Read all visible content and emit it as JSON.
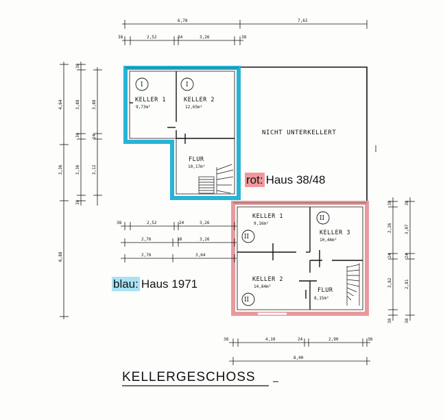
{
  "plan": {
    "title": "KELLERGESCHOSS",
    "not_basement": "NICHT UNTERKELLERT",
    "colors": {
      "haus_1971": "#27b3d6",
      "haus_3848": "#e79a9c",
      "legend_blue_bg": "#a9e2f3",
      "legend_red_bg": "#f0989c",
      "line": "#111111"
    },
    "legend": {
      "red_key": "rot:",
      "red_value": "Haus 38/48",
      "blue_key": "blau:",
      "blue_value": "Haus 1971"
    },
    "rooms_upper": [
      {
        "name": "KELLER 1",
        "area": "9,73m²",
        "marker": "I"
      },
      {
        "name": "KELLER 2",
        "area": "12,65m²",
        "marker": "I"
      },
      {
        "name": "FLUR",
        "area": "10,17m²"
      }
    ],
    "rooms_lower": [
      {
        "name": "KELLER 1",
        "area": "9,16m²",
        "marker": "II"
      },
      {
        "name": "KELLER 3",
        "area": "10,46m²",
        "marker": "II"
      },
      {
        "name": "KELLER 2",
        "area": "14,84m²",
        "marker": "II"
      },
      {
        "name": "FLUR",
        "area": "8,15m²"
      }
    ],
    "dims_top_total": [
      "6,78",
      "7,62"
    ],
    "dims_top_detail": [
      "38",
      "2,52",
      "24",
      "3,26",
      "38"
    ],
    "dims_left_outer": [
      "4,64",
      "3,36",
      "6,88"
    ],
    "dims_left_middle": [
      "38",
      "3,88",
      "38",
      "3,36",
      "38"
    ],
    "dims_left_inner": [
      "3,88",
      "24",
      "3,12"
    ],
    "dims_mid_row1": [
      "38",
      "2,52",
      "24",
      "3,26"
    ],
    "dims_mid_row2": [
      "2,76",
      "38",
      "3,26"
    ],
    "dims_mid_row3": [
      "2,76",
      "3,64"
    ],
    "dims_right_inner": [
      "38",
      "2,26",
      "24",
      "3,62",
      "38"
    ],
    "dims_right_outer": [
      "3,07",
      "24",
      "2,81"
    ],
    "dims_bottom_detail": [
      "38",
      "4,10",
      "24",
      "2,90",
      "38"
    ],
    "dims_bottom_total": [
      "8,00"
    ]
  }
}
